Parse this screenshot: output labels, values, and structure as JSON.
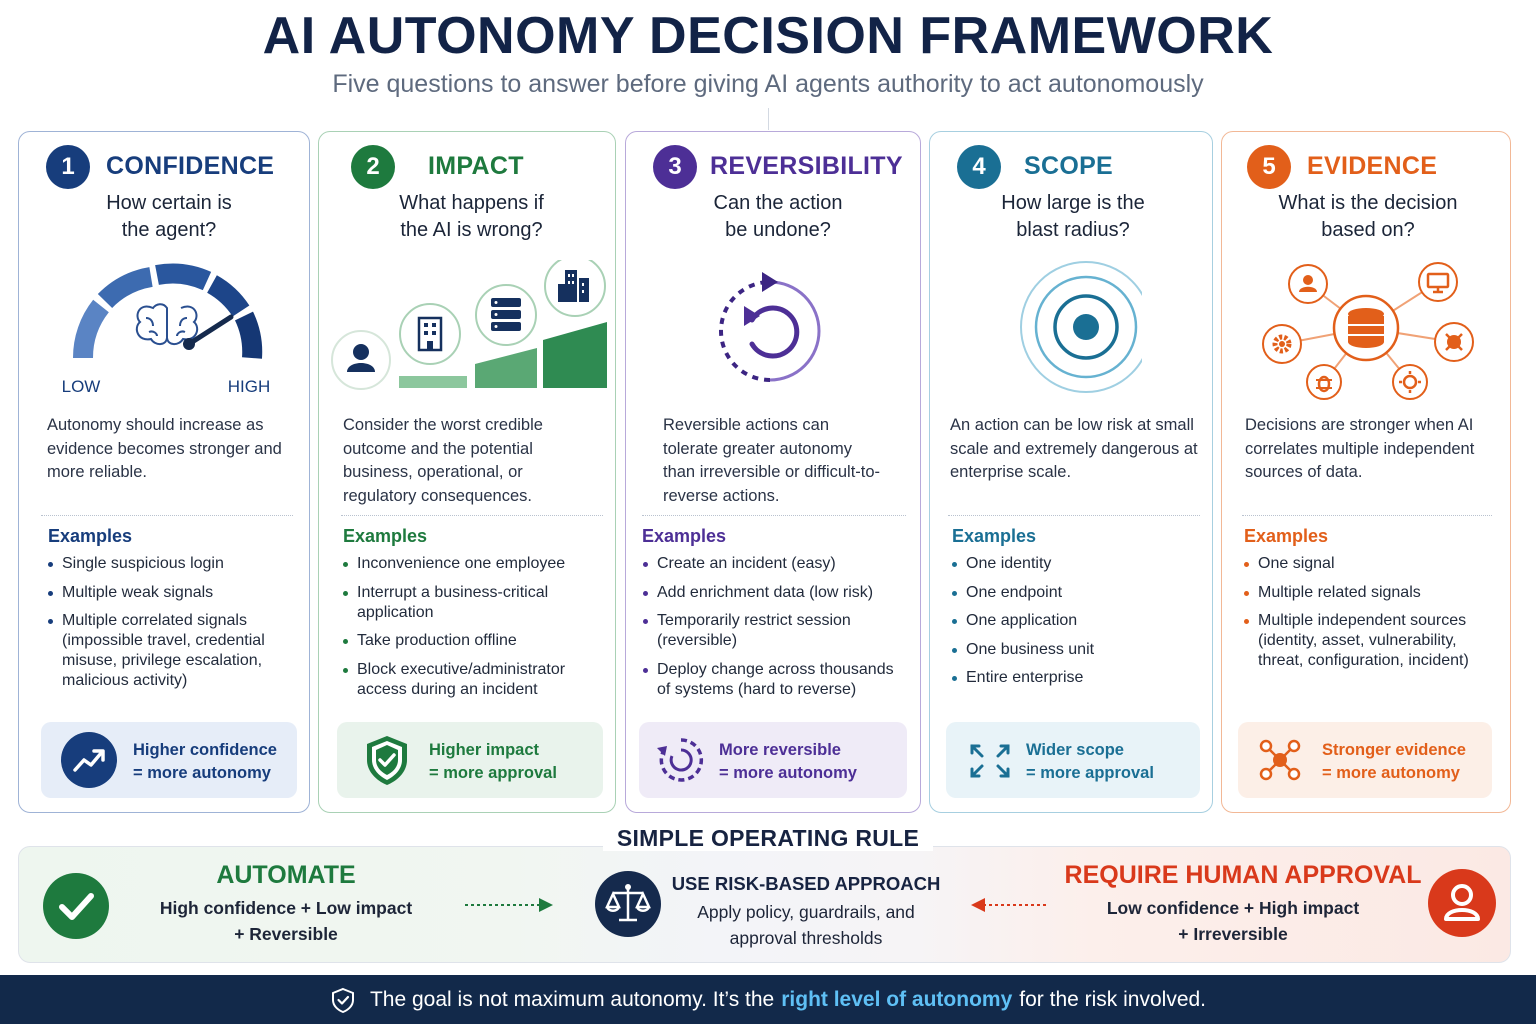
{
  "header": {
    "title": "AI AUTONOMY DECISION FRAMEWORK",
    "subtitle": "Five questions to answer before giving AI agents authority to act autonomously"
  },
  "colors": {
    "navy": "#173d7c",
    "green": "#1e7a3e",
    "purple": "#4d2f96",
    "teal": "#1a6f94",
    "orange": "#e25f1a",
    "red": "#d9391b",
    "footer_bg": "#12294a",
    "footer_highlight": "#5fc0f5"
  },
  "cards": [
    {
      "number": "1",
      "title": "CONFIDENCE",
      "question_line1": "How certain is",
      "question_line2": "the agent?",
      "illustration": "gauge-with-brain-icon",
      "gauge_low": "LOW",
      "gauge_high": "HIGH",
      "description": "Autonomy should increase as evidence becomes stronger and more reliable.",
      "examples_heading": "Examples",
      "examples": [
        "Single suspicious login",
        "Multiple weak signals",
        "Multiple correlated signals (impossible travel, credential misuse, privilege escalation, malicious activity)"
      ],
      "callout_icon": "trend-up-icon",
      "callout_line1": "Higher confidence",
      "callout_line2": "= more autonomy"
    },
    {
      "number": "2",
      "title": "IMPACT",
      "question_line1": "What happens if",
      "question_line2": "the AI is wrong?",
      "illustration": "escalating-impact-icons",
      "description": "Consider the worst credible outcome and the potential business, operational, or regulatory consequences.",
      "examples_heading": "Examples",
      "examples": [
        "Inconvenience one employee",
        "Interrupt a business-critical application",
        "Take production offline",
        "Block executive/administrator access during an incident"
      ],
      "callout_icon": "shield-check-icon",
      "callout_line1": "Higher impact",
      "callout_line2": "= more approval"
    },
    {
      "number": "3",
      "title": "REVERSIBILITY",
      "question_line1": "Can the action",
      "question_line2": "be undone?",
      "illustration": "undo-circle-icon",
      "description": "Reversible actions can tolerate greater autonomy than irreversible or difficult-to-reverse actions.",
      "examples_heading": "Examples",
      "examples": [
        "Create an incident (easy)",
        "Add enrichment data  (low risk)",
        "Temporarily restrict session (reversible)",
        "Deploy change across thousands of systems (hard to reverse)"
      ],
      "callout_icon": "cycle-arrows-icon",
      "callout_line1": "More reversible",
      "callout_line2": "= more autonomy"
    },
    {
      "number": "4",
      "title": "SCOPE",
      "question_line1": "How large is the",
      "question_line2": "blast radius?",
      "illustration": "target-radius-icon",
      "description": "An action can be low risk at small scale and extremely dangerous at enterprise scale.",
      "examples_heading": "Examples",
      "examples": [
        "One identity",
        "One endpoint",
        "One application",
        "One business unit",
        "Entire enterprise"
      ],
      "callout_icon": "expand-arrows-icon",
      "callout_line1": "Wider scope",
      "callout_line2": "= more approval"
    },
    {
      "number": "5",
      "title": "EVIDENCE",
      "question_line1": "What is the decision",
      "question_line2": "based on?",
      "illustration": "data-sources-hub-icon",
      "description": "Decisions are stronger when AI correlates multiple independent sources of data.",
      "examples_heading": "Examples",
      "examples": [
        "One signal",
        "Multiple related signals",
        "Multiple independent sources (identity, asset, vulnerability, threat, configuration, incident)"
      ],
      "callout_icon": "network-nodes-icon",
      "callout_line1": "Stronger evidence",
      "callout_line2": "= more autonomy"
    }
  ],
  "rule": {
    "title": "SIMPLE OPERATING RULE",
    "automate": {
      "icon": "check-circle-icon",
      "heading": "AUTOMATE",
      "line1": "High confidence + Low impact",
      "line2": "+ Reversible"
    },
    "middle": {
      "icon": "scales-icon",
      "heading": "USE RISK-BASED APPROACH",
      "line1": "Apply policy, guardrails, and",
      "line2": "approval thresholds"
    },
    "approval": {
      "icon": "person-circle-icon",
      "heading": "REQUIRE HUMAN APPROVAL",
      "line1": "Low confidence + High impact",
      "line2": "+ Irreversible"
    }
  },
  "footer": {
    "icon": "shield-icon",
    "text_before": "The goal is not maximum autonomy. It’s the",
    "highlight": "right level of autonomy",
    "text_after": "for the risk involved."
  }
}
